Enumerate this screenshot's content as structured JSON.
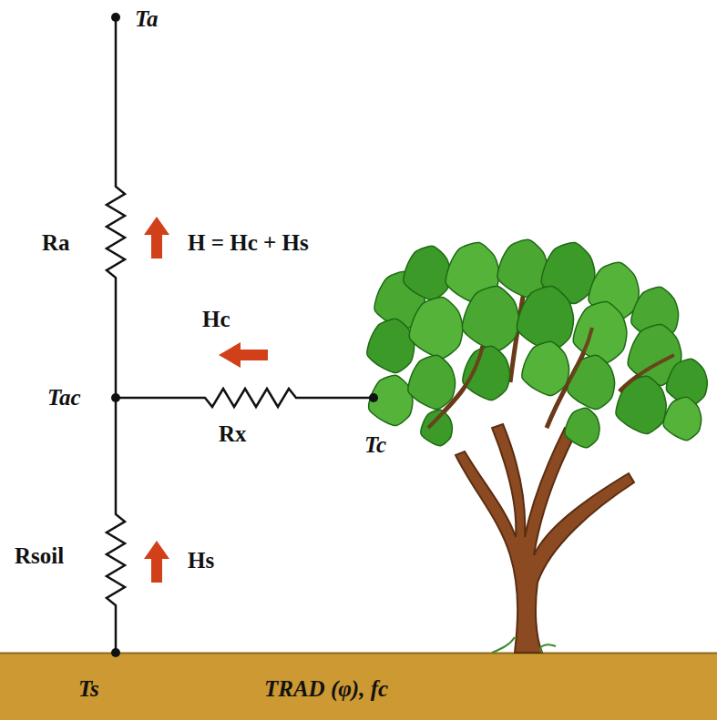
{
  "diagram": {
    "labels": [
      "Ta",
      "Ra",
      "H = Hc + Hs",
      "Hc",
      "Tac",
      "Rx",
      "Tc",
      "Rsoil",
      "Hs",
      "Ts",
      "TRAD (φ), fc"
    ]
  }
}
